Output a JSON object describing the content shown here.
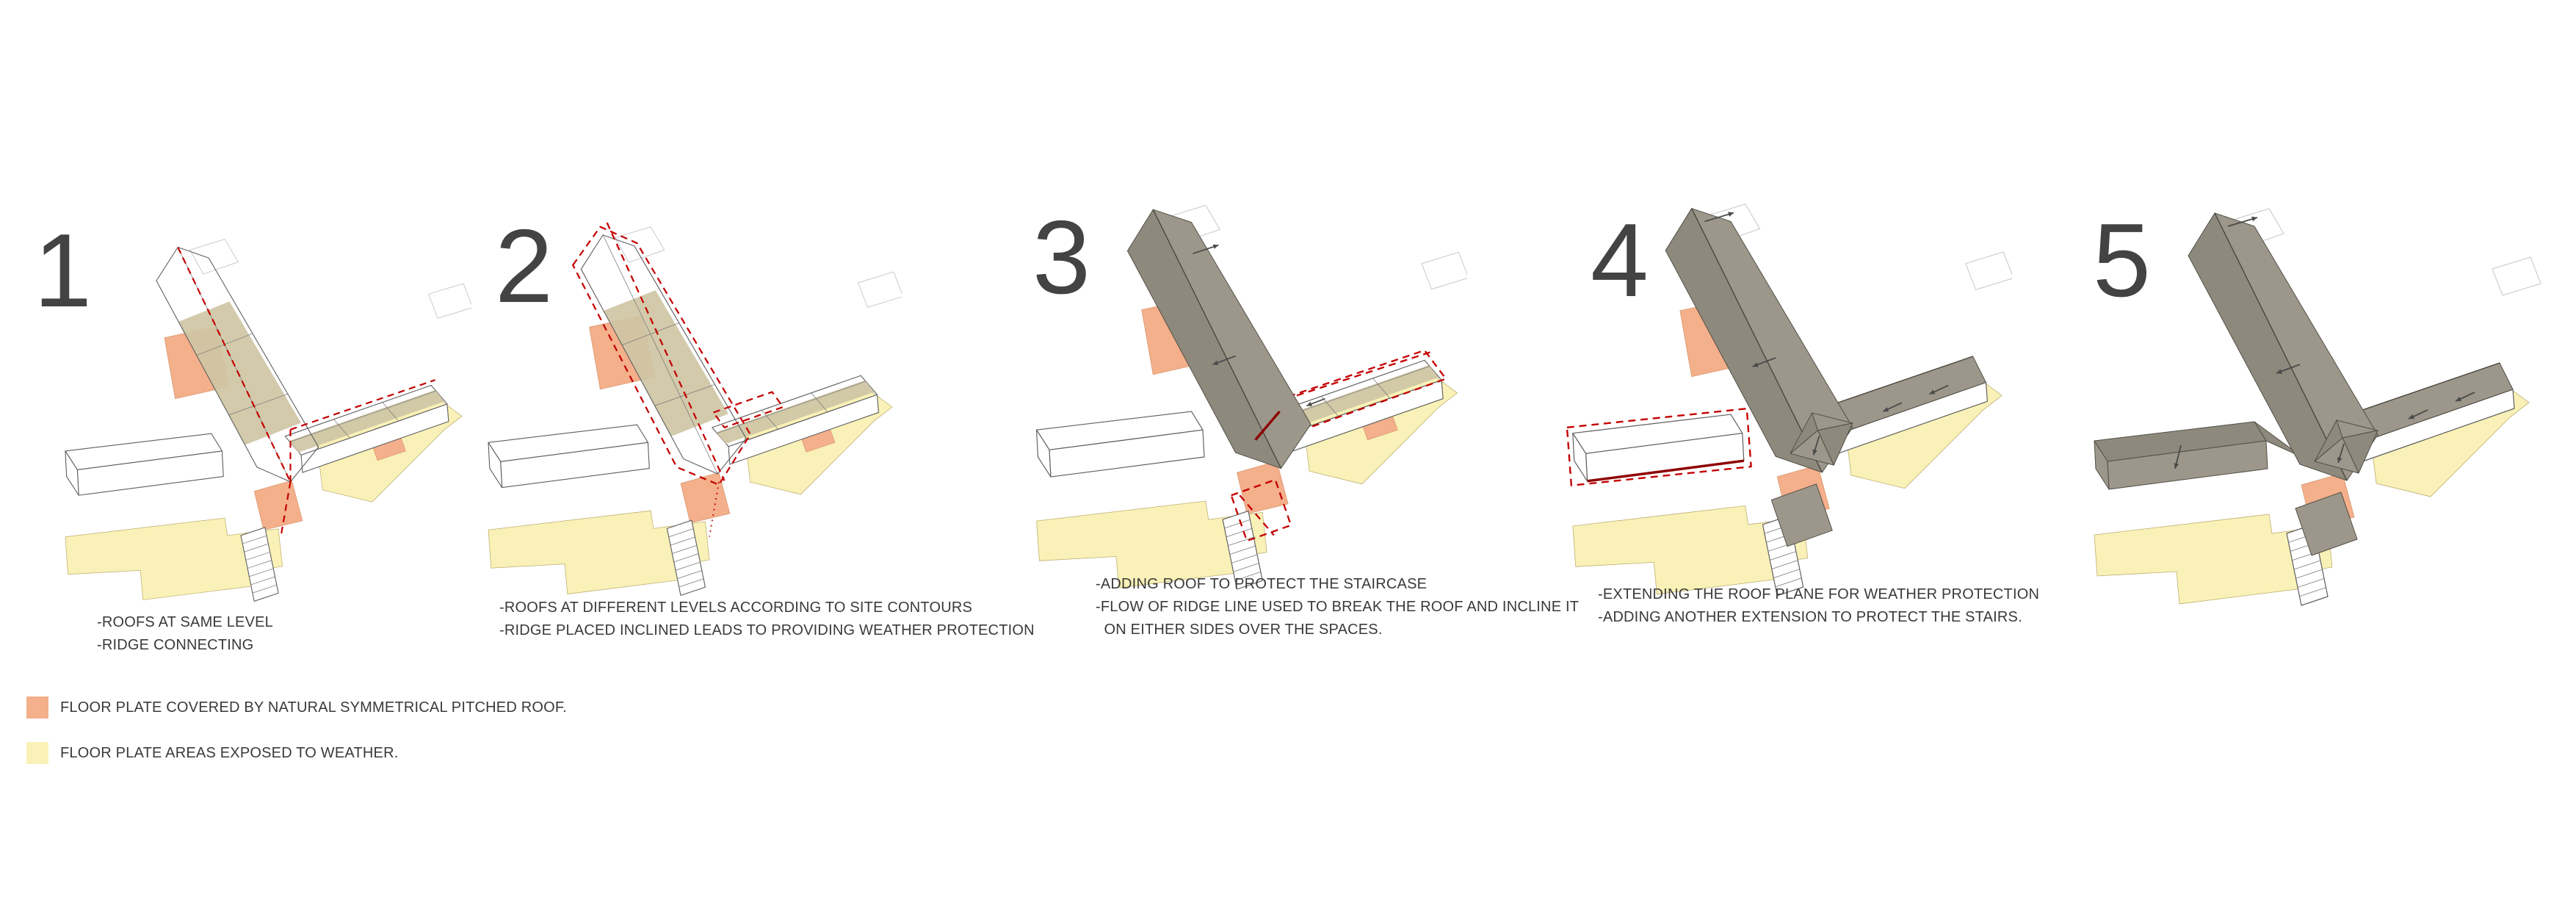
{
  "panels": [
    {
      "number": "1",
      "stage": 1,
      "notes": [
        "-ROOFS AT SAME LEVEL",
        "-RIDGE CONNECTING"
      ]
    },
    {
      "number": "2",
      "stage": 2,
      "notes": [
        "-ROOFS AT DIFFERENT LEVELS ACCORDING TO SITE CONTOURS",
        "-RIDGE PLACED INCLINED LEADS TO PROVIDING WEATHER PROTECTION"
      ]
    },
    {
      "number": "3",
      "stage": 3,
      "notes": [
        "-ADDING ROOF TO PROTECT THE STAIRCASE",
        "-FLOW OF RIDGE LINE USED TO BREAK THE ROOF AND INCLINE IT",
        "  ON EITHER SIDES OVER THE SPACES."
      ]
    },
    {
      "number": "4",
      "stage": 4,
      "notes": [
        "-EXTENDING THE ROOF PLANE FOR WEATHER PROTECTION",
        "-ADDING ANOTHER EXTENSION TO PROTECT THE STAIRS."
      ]
    },
    {
      "number": "5",
      "stage": 5,
      "notes": []
    }
  ],
  "legend": [
    {
      "label": "FLOOR PLATE COVERED BY NATURAL SYMMETRICAL PITCHED ROOF.",
      "color": "#F4AF8B"
    },
    {
      "label": "FLOOR PLATE AREAS EXPOSED TO WEATHER.",
      "color": "#F9F1B7"
    }
  ],
  "colors": {
    "floor_plate_roofed": "#F4AF8B",
    "floor_plate_exposed": "#F9F1B7",
    "roof_shade_dark": "#8D897D",
    "roof_shade_light": "#9C978A",
    "interior_floor": "#CEC6A4",
    "ridge_highlight_red": "#C40000",
    "text": "#3A3A3A"
  }
}
